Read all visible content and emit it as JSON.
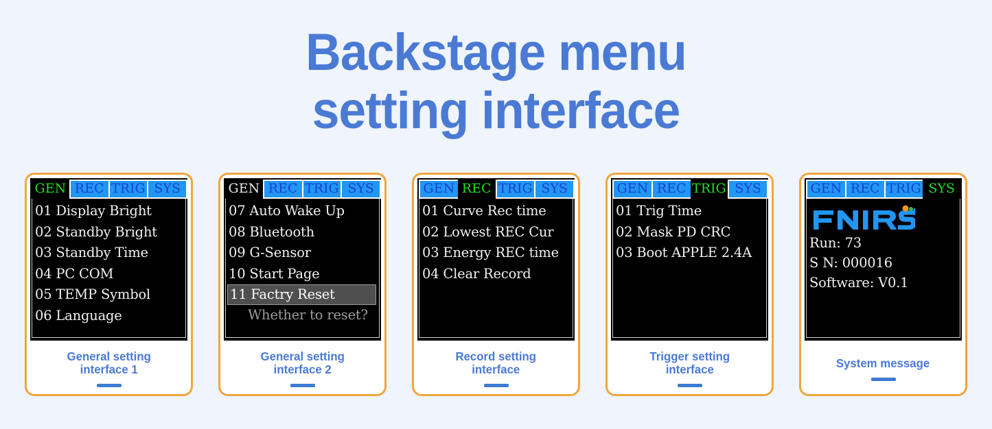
{
  "title": {
    "line1": "Backstage menu",
    "line2": "setting interface"
  },
  "colors": {
    "background": "#eff4fd",
    "title_blue": "#4a7ad4",
    "card_border_orange": "#f0a63c",
    "tab_blue_bg": "#2196f3",
    "tab_blue_text": "#1a3fd0",
    "tab_active_green": "#1fe01f",
    "screen_black": "#000000",
    "menu_text": "#f2f2f2",
    "highlight_bg": "#4f4f4f",
    "dim_text": "#9d9d9d",
    "logo_blue": "#2196f3",
    "logo_orange": "#f7931e",
    "logo_green": "#39b54a"
  },
  "cards": [
    {
      "tabs": [
        {
          "label": "GEN",
          "state": "active"
        },
        {
          "label": "REC",
          "state": "inactive"
        },
        {
          "label": "TRIG",
          "state": "inactive"
        },
        {
          "label": "SYS",
          "state": "inactive"
        }
      ],
      "items": [
        {
          "text": "01 Display Bright",
          "style": "normal"
        },
        {
          "text": "02 Standby Bright",
          "style": "normal"
        },
        {
          "text": "03 Standby Time",
          "style": "normal"
        },
        {
          "text": "04 PC COM",
          "style": "normal"
        },
        {
          "text": "05 TEMP Symbol",
          "style": "normal"
        },
        {
          "text": "06 Language",
          "style": "normal"
        }
      ],
      "caption_line1": "General setting",
      "caption_line2": "interface 1"
    },
    {
      "tabs": [
        {
          "label": "GEN",
          "state": "active-white"
        },
        {
          "label": "REC",
          "state": "inactive"
        },
        {
          "label": "TRIG",
          "state": "inactive"
        },
        {
          "label": "SYS",
          "state": "inactive"
        }
      ],
      "items": [
        {
          "text": "07 Auto Wake Up",
          "style": "normal"
        },
        {
          "text": "08 Bluetooth",
          "style": "normal"
        },
        {
          "text": "09 G-Sensor",
          "style": "normal"
        },
        {
          "text": "10 Start Page",
          "style": "normal"
        },
        {
          "text": "11 Factry Reset",
          "style": "highlight"
        },
        {
          "text": "Whether to reset?",
          "style": "dim"
        }
      ],
      "caption_line1": "General setting",
      "caption_line2": "interface 2"
    },
    {
      "tabs": [
        {
          "label": "GEN",
          "state": "inactive"
        },
        {
          "label": "REC",
          "state": "active"
        },
        {
          "label": "TRIG",
          "state": "inactive"
        },
        {
          "label": "SYS",
          "state": "inactive"
        }
      ],
      "items": [
        {
          "text": "01 Curve Rec time",
          "style": "normal"
        },
        {
          "text": "02 Lowest REC Cur",
          "style": "normal"
        },
        {
          "text": "03 Energy REC time",
          "style": "normal"
        },
        {
          "text": "04 Clear Record",
          "style": "normal"
        }
      ],
      "caption_line1": "Record setting",
      "caption_line2": "interface"
    },
    {
      "tabs": [
        {
          "label": "GEN",
          "state": "inactive"
        },
        {
          "label": "REC",
          "state": "inactive"
        },
        {
          "label": "TRIG",
          "state": "active"
        },
        {
          "label": "SYS",
          "state": "inactive"
        }
      ],
      "items": [
        {
          "text": "01 Trig Time",
          "style": "normal"
        },
        {
          "text": "02 Mask PD CRC",
          "style": "normal"
        },
        {
          "text": "03 Boot APPLE 2.4A",
          "style": "normal"
        }
      ],
      "caption_line1": "Trigger setting",
      "caption_line2": "interface"
    },
    {
      "tabs": [
        {
          "label": "GEN",
          "state": "inactive"
        },
        {
          "label": "REC",
          "state": "inactive"
        },
        {
          "label": "TRIG",
          "state": "inactive"
        },
        {
          "label": "SYS",
          "state": "active"
        }
      ],
      "logo": "fnirsi-logo",
      "sys_lines": [
        "Run: 73",
        "S N: 000016",
        "Software: V0.1"
      ],
      "caption_line1": "System message",
      "caption_line2": ""
    }
  ]
}
